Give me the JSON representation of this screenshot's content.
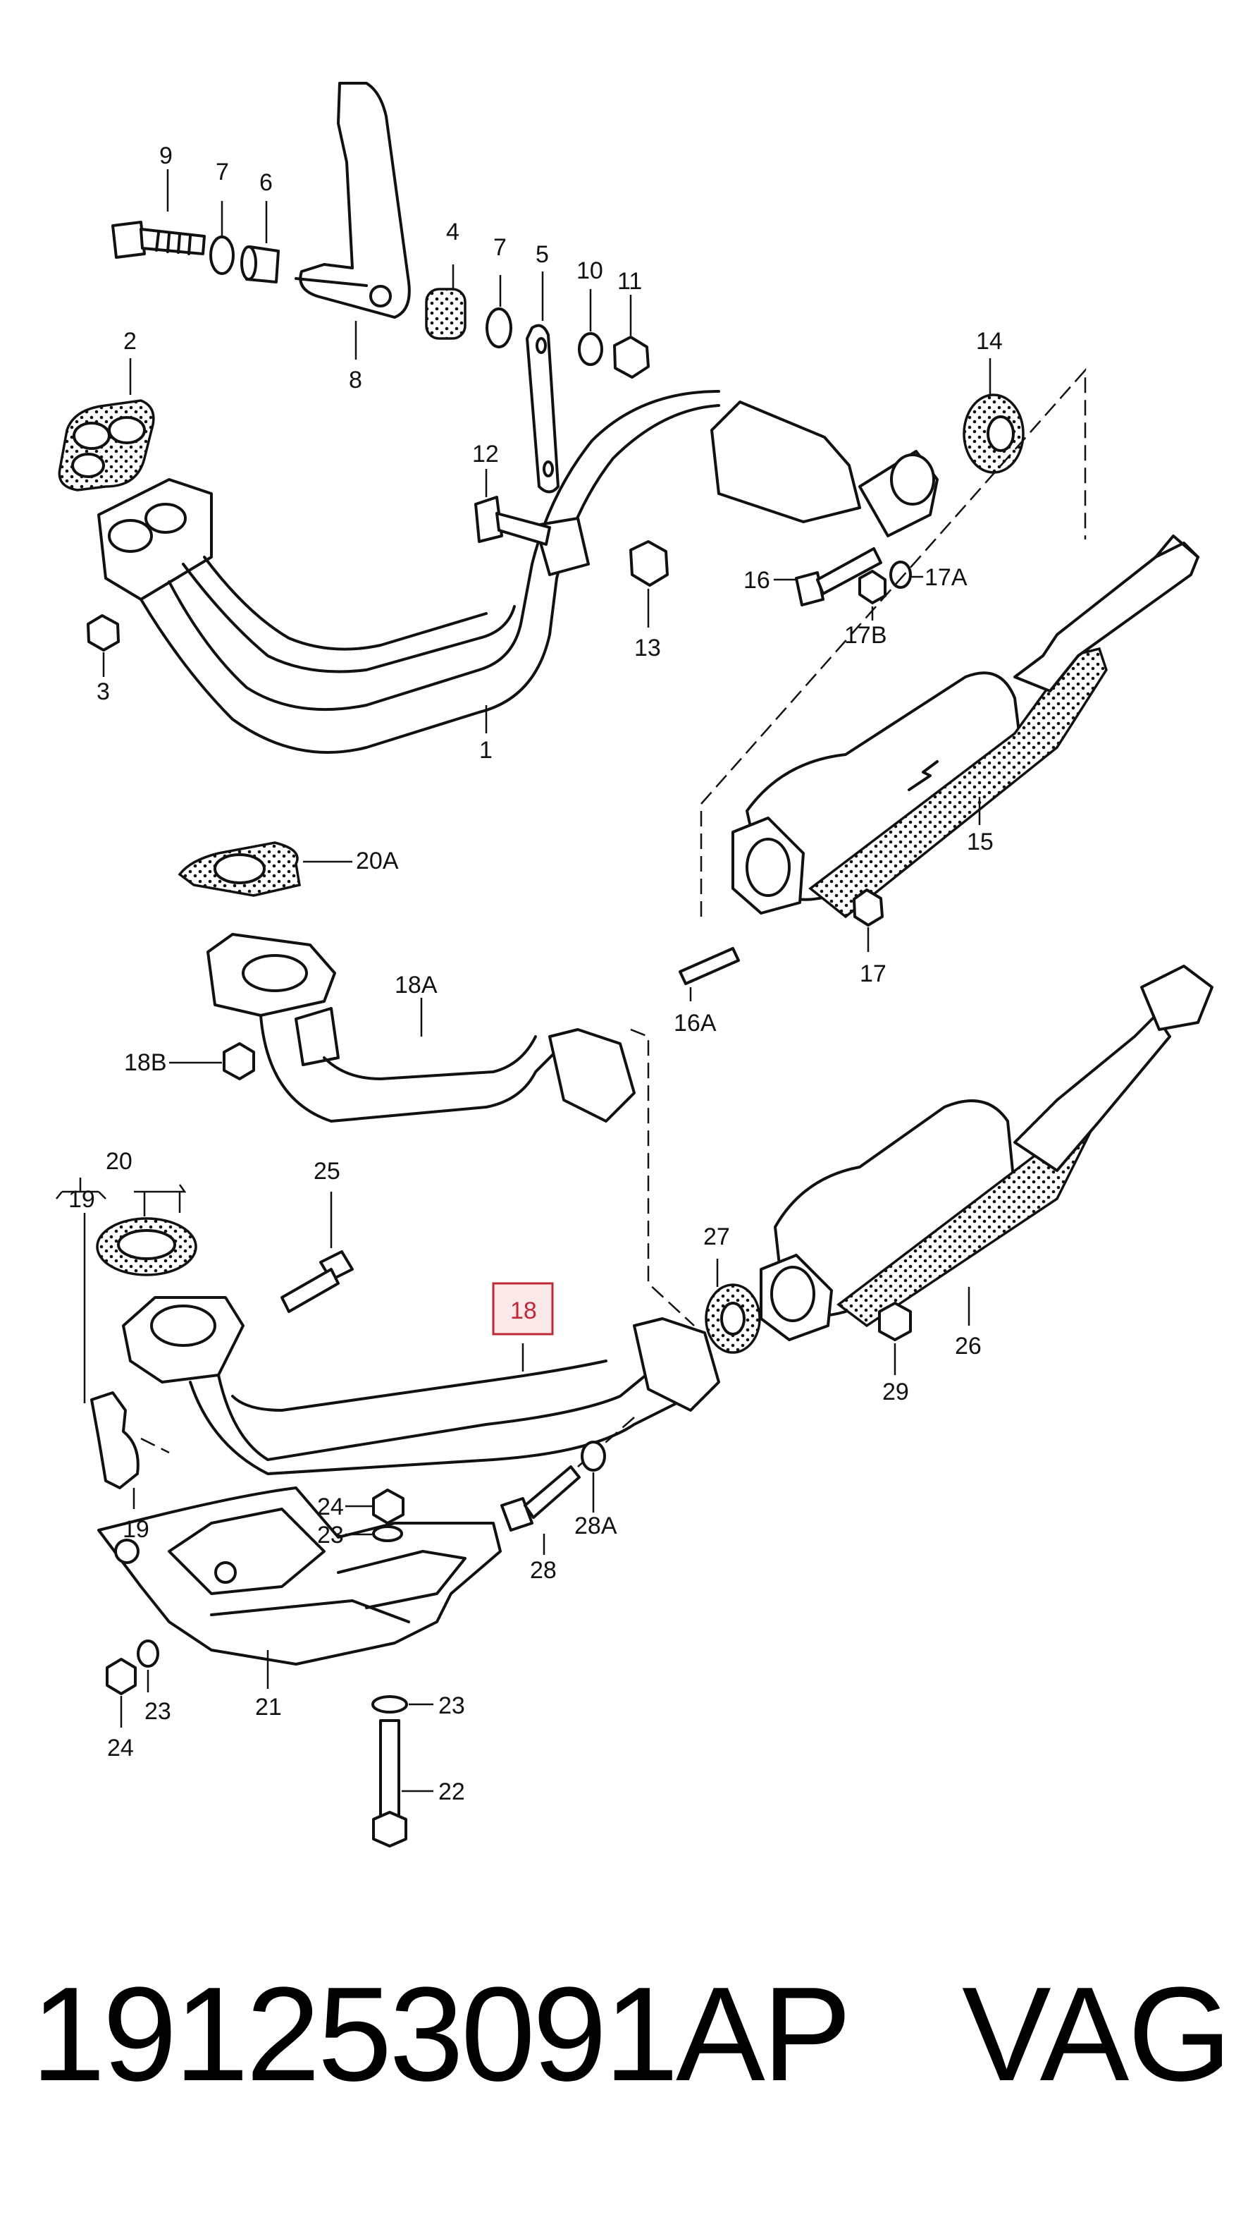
{
  "callouts": {
    "c9": "9",
    "c7a": "7",
    "c6": "6",
    "c4": "4",
    "c7b": "7",
    "c5": "5",
    "c10": "10",
    "c11": "11",
    "c8": "8",
    "c2": "2",
    "c14": "14",
    "c12": "12",
    "c16": "16",
    "c17a": "17A",
    "c17b": "17B",
    "c13": "13",
    "c3": "3",
    "c1": "1",
    "c15": "15",
    "c20a": "20A",
    "c17": "17",
    "c16a": "16A",
    "c18a": "18A",
    "c18b": "18B",
    "c25": "25",
    "c20": "20",
    "c19a": "19",
    "c19b": "19",
    "c27": "27",
    "c26": "26",
    "c18": "18",
    "c29": "29",
    "c24a": "24",
    "c23a": "23",
    "c28a": "28A",
    "c28": "28",
    "c23b": "23",
    "c23c": "23",
    "c21": "21",
    "c24b": "24",
    "c22": "22"
  },
  "highlighted_callout": "18",
  "footer": {
    "part_number": "191253091AP",
    "brand": "VAG"
  }
}
